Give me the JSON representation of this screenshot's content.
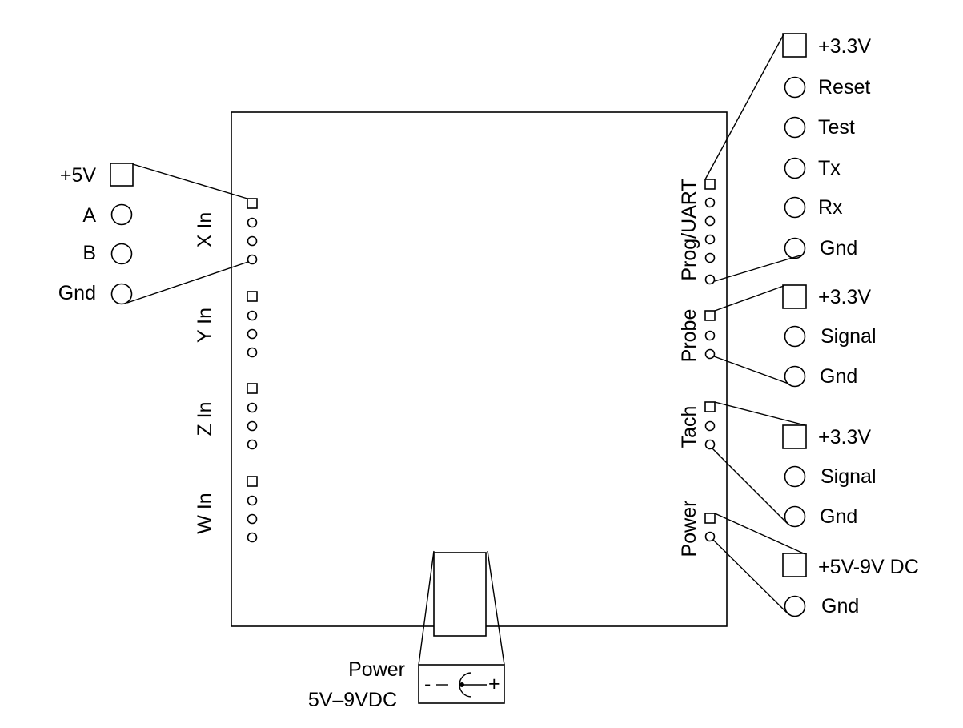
{
  "headers": {
    "x_in": "X In",
    "y_in": "Y In",
    "z_in": "Z In",
    "w_in": "W In",
    "prog_uart": "Prog/UART",
    "probe": "Probe",
    "tach": "Tach",
    "power": "Power"
  },
  "left_connector": {
    "pins": [
      "+5V",
      "A",
      "B",
      "Gnd"
    ]
  },
  "prog_uart_connector": {
    "pins": [
      "+3.3V",
      "Reset",
      "Test",
      "Tx",
      "Rx",
      "Gnd"
    ]
  },
  "probe_connector": {
    "pins": [
      "+3.3V",
      "Signal",
      "Gnd"
    ]
  },
  "tach_connector": {
    "pins": [
      "+3.3V",
      "Signal",
      "Gnd"
    ]
  },
  "power_connector": {
    "pins": [
      "+5V-9V DC",
      "Gnd"
    ]
  },
  "barrel_jack": {
    "title": "Power",
    "rating": "5V–9VDC",
    "minus": "-",
    "plus": "+"
  }
}
